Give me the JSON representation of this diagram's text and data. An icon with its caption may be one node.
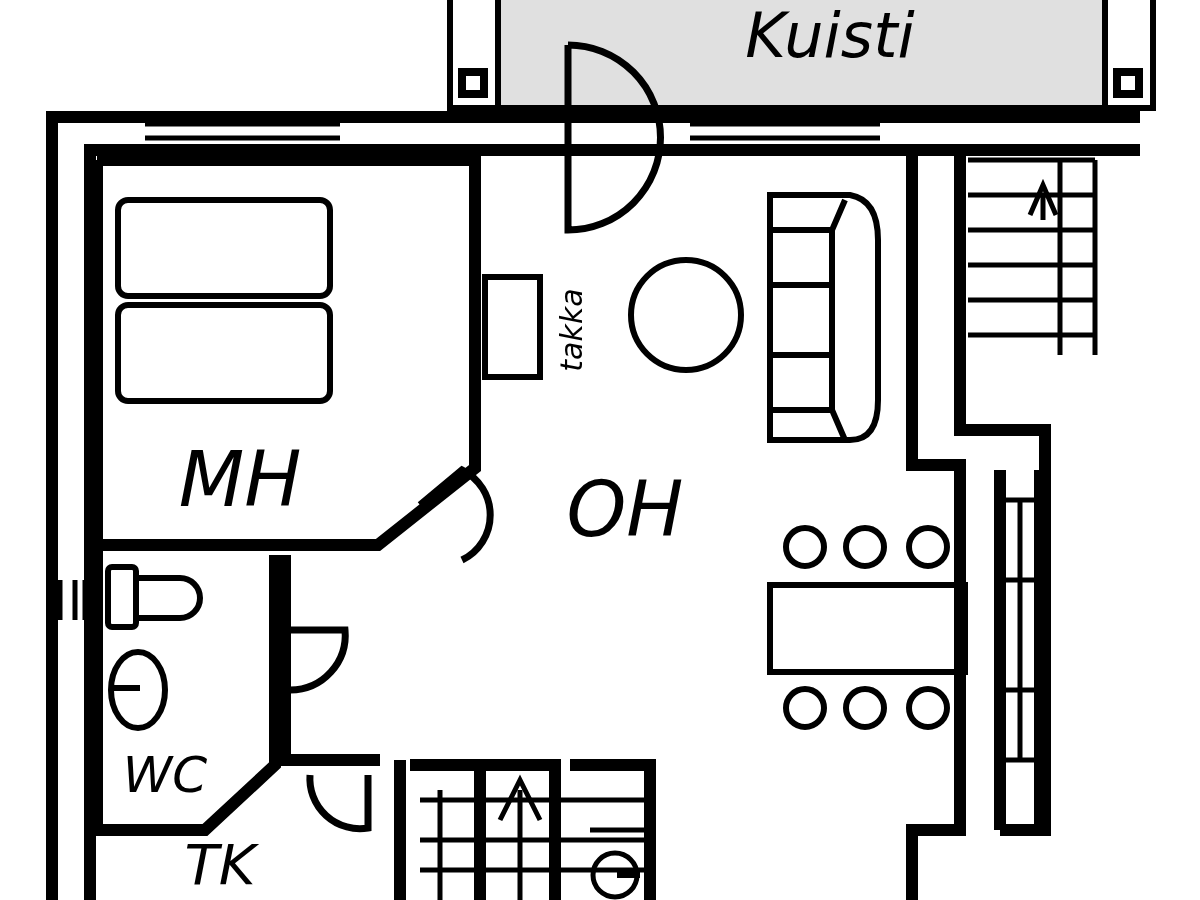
{
  "diagram": {
    "labels": [
      "Kuisti",
      "takka",
      "MH",
      "OH",
      "WC",
      "TK"
    ]
  }
}
